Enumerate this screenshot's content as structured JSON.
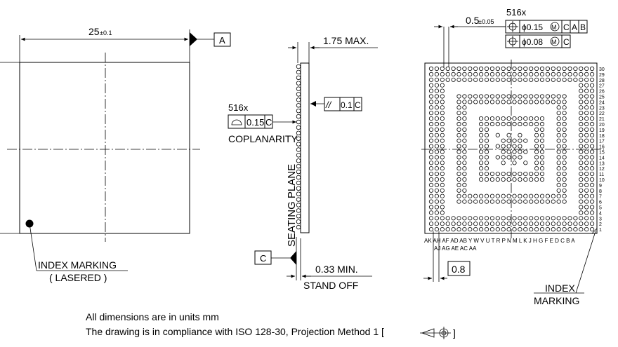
{
  "top_view": {
    "width_dim": "25",
    "width_tol": "±0.1",
    "datum_a": "A",
    "index_marking_line1": "INDEX MARKING",
    "index_marking_line2": "( LASERED )"
  },
  "side_view": {
    "max_height": "1.75 MAX.",
    "ball_count": "516x",
    "coplanarity_value": "0.15",
    "coplanarity_datum": "C",
    "coplanarity_label": "COPLANARITY",
    "parallelism_symbol": "//",
    "parallelism_value": "0.1",
    "parallelism_datum": "C",
    "seating_plane": "SEATING PLANE",
    "datum_c": "C",
    "standoff_value": "0.33 MIN.",
    "standoff_label": "STAND OFF"
  },
  "bottom_view": {
    "ball_count": "516x",
    "ball_diameter": "0.5",
    "ball_diameter_tol": "±0.05",
    "position_tol_1": "ϕ0.15",
    "position_tol_1_datums": [
      "C",
      "A",
      "B"
    ],
    "position_tol_2": "ϕ0.08",
    "position_tol_2_datums": [
      "C"
    ],
    "material_condition": "M",
    "pitch": "0.8",
    "row_numbers": [
      "30",
      "29",
      "28",
      "27",
      "26",
      "25",
      "24",
      "23",
      "22",
      "21",
      "20",
      "19",
      "18",
      "17",
      "16",
      "15",
      "14",
      "13",
      "12",
      "11",
      "10",
      "9",
      "8",
      "7",
      "6",
      "5",
      "4",
      "3",
      "2",
      "1"
    ],
    "col_letters_upper": "AK  AH  AF  AD  AB  Y W V U T R P N M L K J H G F E D C B A",
    "col_letters_lower": "AJ  AG  AE  AC  AA",
    "index_marking_line1": "INDEX",
    "index_marking_line2": "MARKING"
  },
  "notes": {
    "units": "All dimensions are in units mm",
    "compliance": "The drawing is in compliance with ISO 128-30, Projection Method 1 ["
  }
}
